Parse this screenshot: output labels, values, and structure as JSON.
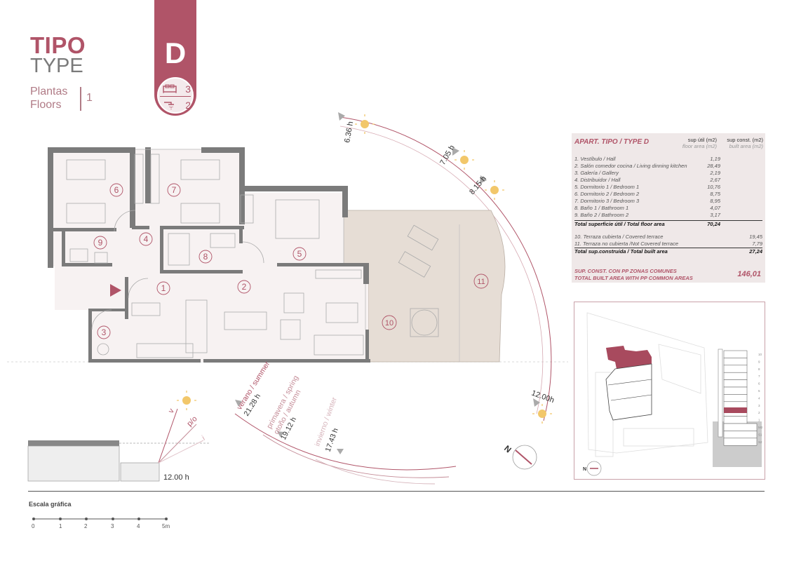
{
  "header": {
    "tipo": "TIPO",
    "type": "TYPE",
    "plantas": "Plantas",
    "floors": "Floors",
    "floor_number": "1",
    "type_letter": "D",
    "bedrooms": "3",
    "bathrooms": "2",
    "accent_color": "#b05468",
    "icons": [
      "bed-icon",
      "shower-icon"
    ]
  },
  "table": {
    "title": "APART. TIPO / TYPE D",
    "col_a": "sup útil (m2)",
    "col_a_en": "floor area (m2)",
    "col_b": "sup const. (m2)",
    "col_b_en": "built area (m2)",
    "rooms": [
      {
        "label": "1. Vestíbulo / Hall",
        "floor": "1,19"
      },
      {
        "label": "2. Salón comedor cocina / Living dinning kitchen",
        "floor": "28,49"
      },
      {
        "label": "3. Galería / Gallery",
        "floor": "2,19"
      },
      {
        "label": "4. Distribuidor / Hall",
        "floor": "2,67"
      },
      {
        "label": "5. Dormitorio 1 / Bedroom 1",
        "floor": "10,76"
      },
      {
        "label": "6. Dormitorio 2 / Bedroom 2",
        "floor": "8,75"
      },
      {
        "label": "7. Dormitorio 3 / Bedroom 3",
        "floor": "8,95"
      },
      {
        "label": "8. Baño 1 / Bathroom 1",
        "floor": "4,07"
      },
      {
        "label": "9. Baño 2 / Bathroom 2",
        "floor": "3,17"
      }
    ],
    "total_floor_label": "Total superficie útil / Total floor area",
    "total_floor": "70,24",
    "terraces": [
      {
        "label": "10. Terraza cubierta / Covered terrace",
        "built": "19,45"
      },
      {
        "label": "11. Terraza no cubierta /Not Covered terrace",
        "built": "7,79"
      }
    ],
    "total_built_label": "Total sup.construida / Total built area",
    "total_built": "27,24",
    "pp_label_es": "SUP. CONST. CON PP ZONAS COMUNES",
    "pp_label_en": "TOTAL BUILT AREA WITH PP COMMON AREAS",
    "pp_value": "146,01"
  },
  "plan": {
    "room_numbers": [
      "1",
      "2",
      "3",
      "4",
      "5",
      "6",
      "7",
      "8",
      "9",
      "10",
      "11"
    ]
  },
  "sun": {
    "times": [
      "6.36 h",
      "7.05 h",
      "8.15 h",
      "12.00h"
    ],
    "summer": "verano / summer",
    "summer_time": "21.28 h",
    "spring": "primavera / spring",
    "autumn": "otoño / autumn",
    "spring_time": "19.12 h",
    "winter": "invierno / winter",
    "winter_time": "17.43 h",
    "section_v": "v",
    "section_po": "p/o",
    "section_i": "i",
    "section_time": "12.00 h",
    "north": "N"
  },
  "keyplan": {
    "floor_labels": [
      "10",
      "9",
      "8",
      "7",
      "6",
      "5",
      "4",
      "3",
      "2",
      "1",
      "M2",
      "S1",
      "S2"
    ],
    "north": "N"
  },
  "scale": {
    "title": "Escala gráfica",
    "labels": [
      "0",
      "1",
      "2",
      "3",
      "4",
      "5m"
    ]
  }
}
